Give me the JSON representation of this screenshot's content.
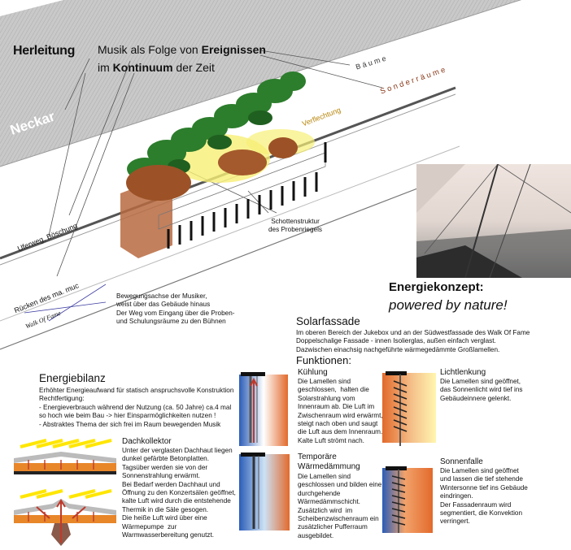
{
  "header": {
    "herleitung": "Herleitung",
    "line1_pre": "Musik als Folge von ",
    "line1_bold": "Ereignissen",
    "line2_pre": "im ",
    "line2_bold": "Kontinuum",
    "line2_post": " der Zeit"
  },
  "site_labels": {
    "neckar": "Neckar",
    "baeume": "B ä u m e",
    "sonderraeume": "S o n d e r r ä u m e",
    "verflechtung": "Verflechtung",
    "uferweg": "Uferweg, Böschung",
    "ruecken": "Rücken des ma. muc",
    "walk": "Walk Of Fame",
    "schotten": "Schottenstruktur\ndes Probenriegels",
    "bewegung": "Bewegungsachse der Musiker,\nweist über das Gebäude hinaus\nDer Weg vom Eingang über die Proben-\nund Schulungsräume zu den Bühnen"
  },
  "energie": {
    "title": "Energiekonzept:",
    "subtitle": "powered by nature!"
  },
  "solar": {
    "title": "Solarfassade",
    "text": "Im oberen Bereich der Jukebox und an der Südwestfassade des Walk Of Fame\nDoppelschalige Fassade - innen Isolierglas, außen einfach verglast.\nDazwischen einachsig nachgeführte wärmegedämmte Großlamellen.",
    "funktionen": "Funktionen:"
  },
  "functions": {
    "kuehlung": {
      "title": "Kühlung",
      "text": "Die Lamellen sind\ngeschlossen,  halten die\nSolarstrahlung vom\nInnenraum ab. Die Luft im\nZwischenraum wird erwärmt,\nsteigt nach oben und saugt\ndie Luft aus dem Innenraum.\nKalte Luft strömt nach."
    },
    "lichtlenkung": {
      "title": "Lichtlenkung",
      "text": "Die Lamellen sind geöffnet,\ndas Sonnenlicht wird tief ins\nGebäudeinnere gelenkt."
    },
    "waermedaemmung": {
      "title": "Temporäre\nWärmedämmung",
      "text": "Die Lamellen sind\ngeschlossen und bilden eine\ndurchgehende\nWärmedämmschicht.\nZusätzlich wird  im\nScheibenzwischenraum ein\nzusätzlicher Pufferraum\nausgebildet."
    },
    "sonnenfalle": {
      "title": "Sonnenfalle",
      "text": "Die Lamellen sind geöffnet\nund lassen die tief stehende\nWintersonne tief ins Gebäude\neindringen.\nDer Fassadenraum wird\nsegmentiert, die Konvektion\nverringert."
    }
  },
  "bilanz": {
    "title": "Energiebilanz",
    "text": "Erhöhter Energieaufwand für statisch anspruchsvolle Konstruktion\nRechtfertigung:\n- Energieverbrauch während der Nutzung (ca. 50 Jahre) ca.4 mal\nso hoch wie beim Bau -> hier Einsparmöglichkeiten nutzen !\n- Abstraktes Thema der sich frei im Raum bewegenden Musik"
  },
  "dach": {
    "title": "Dachkollektor",
    "text": "Unter der verglasten Dachhaut liegen\ndunkel gefärbte Betonplatten.\nTagsüber werden sie von der\nSonnenstrahlung erwärmt.\nBei Bedarf werden Dachhaut und\nÖffnung zu den Konzertsälen geöffnet,\nkalte Luft wird durch die entstehende\nThermik in die Säle gesogen.\nDie heiße Luft wird über eine\nWärmepumpe  zur\nWarmwasserbereitung genutzt."
  },
  "colors": {
    "accent": "#c0392b",
    "river": "#bdbdbd",
    "orange": "#e8862a",
    "yellow": "#ffe600"
  }
}
